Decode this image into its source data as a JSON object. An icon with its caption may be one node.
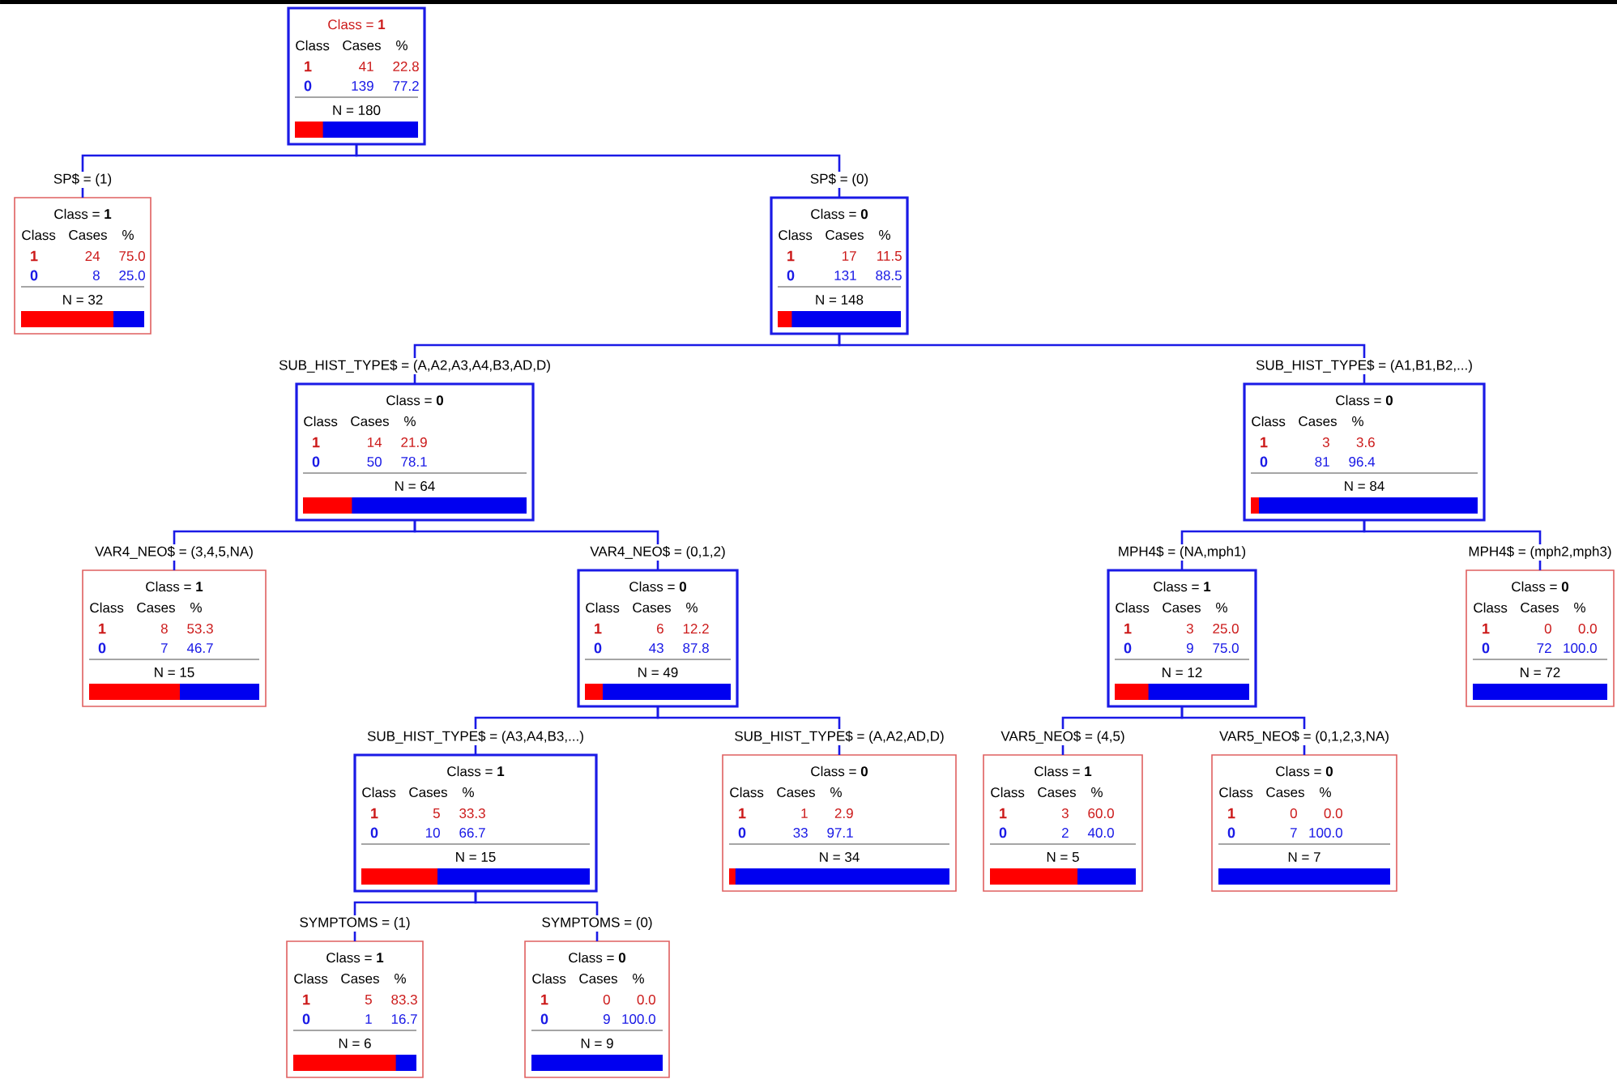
{
  "diagram": {
    "nodes": [
      {
        "text": [
          "Class = **1**",
          "Class",
          "Cases",
          "%",
          "1",
          "41",
          "22.8",
          "0",
          "139",
          "77.2",
          "N = 180"
        ]
      },
      {
        "text": [
          "Class = **1**",
          "Class",
          "Cases",
          "%",
          "1",
          "24",
          "75.0",
          "0",
          "8",
          "25.0",
          "N = 32"
        ]
      },
      {
        "text": [
          "Class = **0**",
          "Class",
          "Cases",
          "%",
          "1",
          "17",
          "11.5",
          "0",
          "131",
          "88.5",
          "N = 148"
        ]
      },
      {
        "text": [
          "Class = **0**",
          "Class",
          "Cases",
          "%",
          "1",
          "14",
          "21.9",
          "0",
          "50",
          "78.1",
          "N = 64"
        ]
      },
      {
        "text": [
          "Class = **0**",
          "Class",
          "Cases",
          "%",
          "1",
          "3",
          "3.6",
          "0",
          "81",
          "96.4",
          "N = 84"
        ]
      },
      {
        "text": [
          "Class = **1**",
          "Class",
          "Cases",
          "%",
          "1",
          "8",
          "53.3",
          "0",
          "7",
          "46.7",
          "N = 15"
        ]
      },
      {
        "text": [
          "Class = **0**",
          "Class",
          "Cases",
          "%",
          "1",
          "6",
          "12.2",
          "0",
          "43",
          "87.8",
          "N = 49"
        ]
      },
      {
        "text": [
          "Class = **1**",
          "Class",
          "Cases",
          "%",
          "1",
          "3",
          "25.0",
          "0",
          "9",
          "75.0",
          "N = 12"
        ]
      },
      {
        "text": [
          "Class = **0**",
          "Class",
          "Cases",
          "%",
          "1",
          "0",
          "0.0",
          "0",
          "72",
          "100.0",
          "N = 72"
        ]
      },
      {
        "text": [
          "Class = **1**",
          "Class",
          "Cases",
          "%",
          "1",
          "5",
          "33.3",
          "0",
          "10",
          "66.7",
          "N = 15"
        ]
      },
      {
        "text": [
          "Class = **0**",
          "Class",
          "Cases",
          "%",
          "1",
          "1",
          "2.9",
          "0",
          "33",
          "97.1",
          "N = 34"
        ]
      },
      {
        "text": [
          "Class = **1**",
          "Class",
          "Cases",
          "%",
          "1",
          "3",
          "60.0",
          "0",
          "2",
          "40.0",
          "N = 5"
        ]
      },
      {
        "text": [
          "Class = **0**",
          "Class",
          "Cases",
          "%",
          "1",
          "0",
          "0.0",
          "0",
          "7",
          "100.0",
          "N = 7"
        ]
      },
      {
        "text": [
          "Class = **1**",
          "Class",
          "Cases",
          "%",
          "1",
          "5",
          "83.3",
          "0",
          "1",
          "16.7",
          "N = 6"
        ]
      },
      {
        "text": [
          "Class = **0**",
          "Class",
          "Cases",
          "%",
          "1",
          "0",
          "0.0",
          "0",
          "9",
          "100.0",
          "N = 9"
        ]
      }
    ],
    "edges": [
      {
        "from": 0,
        "to": 1,
        "arrow": "none",
        "label": "SP$ = (1)"
      },
      {
        "from": 0,
        "to": 2,
        "arrow": "none",
        "label": "SP$ = (0)"
      },
      {
        "from": 2,
        "to": 3,
        "arrow": "none",
        "label": "SUB_HIST_TYPE$ = (A,A2,A3,A4,B3,AD,D)"
      },
      {
        "from": 2,
        "to": 4,
        "arrow": "none",
        "label": "SUB_HIST_TYPE$ = (A1,B1,B2,...)"
      },
      {
        "from": 3,
        "to": 5,
        "arrow": "none",
        "label": "VAR4_NEO$ = (3,4,5,NA)"
      },
      {
        "from": 3,
        "to": 6,
        "arrow": "none",
        "label": "VAR4_NEO$ = (0,1,2)"
      },
      {
        "from": 4,
        "to": 7,
        "arrow": "none",
        "label": "MPH4$ = (NA,mph1)"
      },
      {
        "from": 4,
        "to": 8,
        "arrow": "none",
        "label": "MPH4$ = (mph2,mph3)"
      },
      {
        "from": 6,
        "to": 9,
        "arrow": "none",
        "label": "SUB_HIST_TYPE$ = (A3,A4,B3,...)"
      },
      {
        "from": 6,
        "to": 10,
        "arrow": "none",
        "label": "SUB_HIST_TYPE$ = (A,A2,AD,D)"
      },
      {
        "from": 7,
        "to": 11,
        "arrow": "none",
        "label": "VAR5_NEO$ = (4,5)"
      },
      {
        "from": 7,
        "to": 12,
        "arrow": "none",
        "label": "VAR5_NEO$ = (0,1,2,3,NA)"
      },
      {
        "from": 9,
        "to": 13,
        "arrow": "none",
        "label": "SYMPTOMS = (1)"
      },
      {
        "from": 9,
        "to": 14,
        "arrow": "none",
        "label": "SYMPTOMS = (0)"
      }
    ]
  }
}
